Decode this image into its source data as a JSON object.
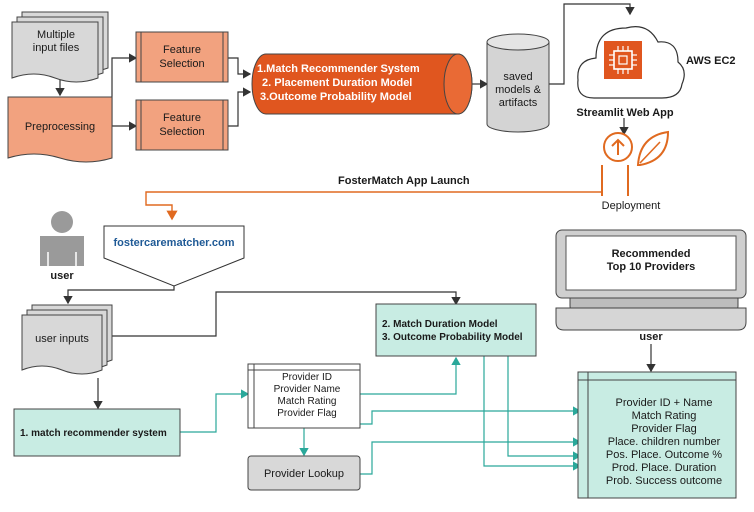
{
  "inputs": {
    "multiple_files": [
      "Multiple",
      "input files"
    ],
    "preprocessing": "Preprocessing"
  },
  "feature_selection": [
    "Feature",
    "Selection"
  ],
  "models_cylinder": [
    "1.Match Recommender System",
    "2. Placement Duration Model",
    "3.Outcome Probability Model"
  ],
  "saved": [
    "saved",
    "models &",
    "artifacts"
  ],
  "aws": {
    "label": "AWS EC2",
    "streamlit": "Streamlit Web App",
    "deployment": "Deployment"
  },
  "launch_label": "FosterMatch App Launch",
  "website": "fostercarematcher.com",
  "user_label": "user",
  "user_inputs": "user inputs",
  "match_system": "1. match recommender system",
  "models_box": [
    "2. Match Duration Model",
    "3. Outcome Probability Model"
  ],
  "provider_fields": [
    "Provider ID",
    "Provider Name",
    "Match Rating",
    "Provider Flag"
  ],
  "provider_lookup": "Provider Lookup",
  "monitor": [
    "Recommended",
    "Top 10 Providers"
  ],
  "monitor_user": "user",
  "results": [
    "Provider ID + Name",
    "Match Rating",
    "Provider Flag",
    "Place. children number",
    "Pos. Place. Outcome %",
    "Prod. Place. Duration",
    "Prob. Success outcome"
  ],
  "colors": {
    "orange": "#e0561f",
    "salmon": "#f2a27f",
    "teal": "#c8ece3",
    "gray": "#d4d4d4",
    "line_teal": "#2aa89a"
  }
}
